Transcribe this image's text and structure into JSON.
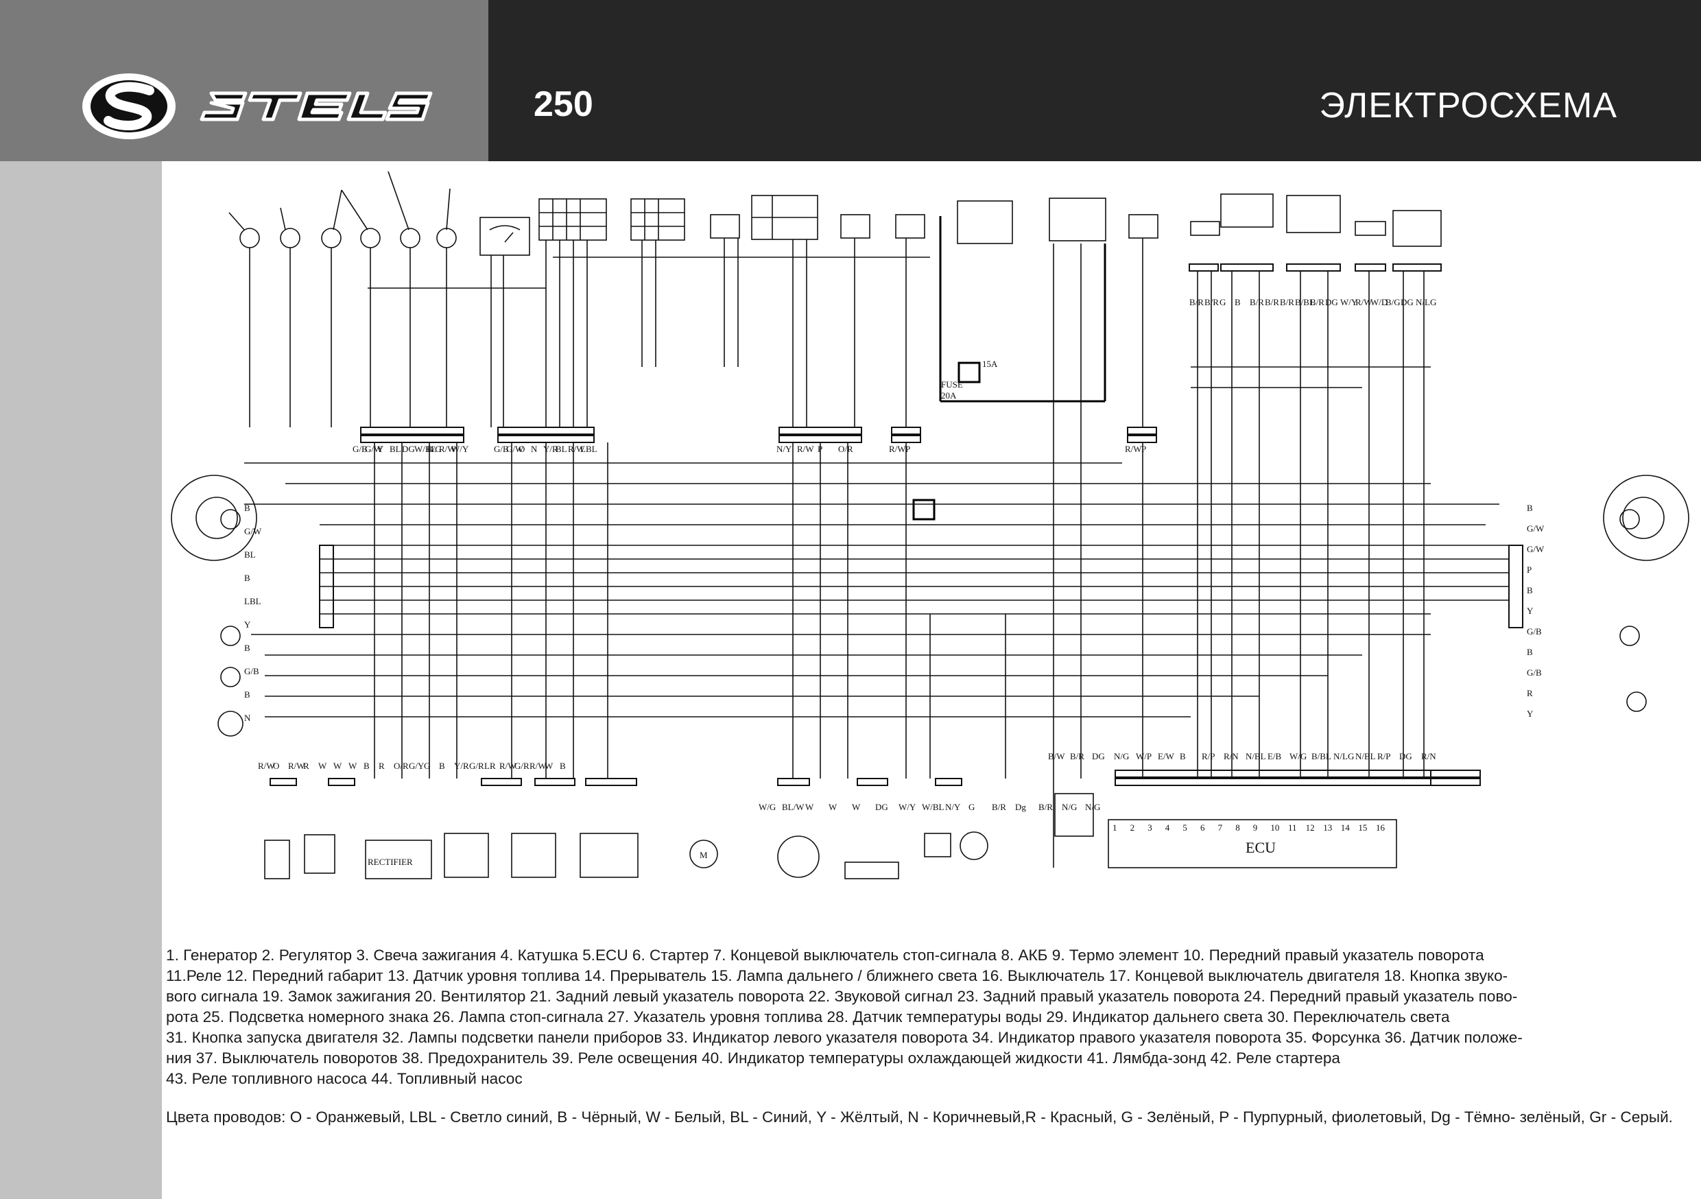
{
  "header": {
    "model": "250",
    "title": "ЭЛЕКТРОСХЕМА",
    "brand_colors": {
      "header_left": "#7a7a7a",
      "header_right": "#262626",
      "sidebar": "#c2c2c2"
    }
  },
  "logo": {
    "icon": "stels-logo"
  },
  "diagram": {
    "ecu_label": "ECU",
    "rectifier_label": "RECTIFIER",
    "fuse_label": "FUSE",
    "fuse_rating": "20A",
    "fuse_small_rating": "15A",
    "motor_label": "M",
    "connector_labels": {
      "left_top": [
        "G/B",
        "G/W",
        "Y",
        "BL",
        "DG",
        "W/BL",
        "B/G",
        "R/W",
        "W/Y"
      ],
      "mid_top": [
        "G/B",
        "G/W",
        "O",
        "N",
        "Y/R",
        "BL",
        "R/W",
        "LBL"
      ],
      "ign_top": [
        "N/Y",
        "R/W",
        "P",
        "O/R"
      ],
      "sw_top": [
        "R/W",
        "P"
      ],
      "right_top": [
        "R/W",
        "P"
      ],
      "front_left_lamps": [
        "B",
        "G/W",
        "BL",
        "B",
        "LBL",
        "Y",
        "B",
        "G/B",
        "B",
        "N"
      ],
      "front_right_lamps": [
        "B",
        "G/W",
        "G/W",
        "P",
        "B",
        "Y",
        "G/B",
        "B",
        "G/B",
        "R",
        "Y"
      ],
      "bottom_left": [
        "R/W",
        "O",
        "R/W",
        "R",
        "W",
        "W",
        "W",
        "B",
        "R",
        "O/R",
        "G/Y",
        "G",
        "B",
        "Y/R",
        "G/R",
        "LR",
        "R/W",
        "G/R",
        "R/W",
        "W",
        "B"
      ],
      "bottom_mid": [
        "W/G",
        "BL/W",
        "W",
        "W",
        "W",
        "DG",
        "W/Y",
        "W/BL",
        "N/Y",
        "G",
        "B/R",
        "Dg",
        "B/R",
        "N/G",
        "N/G"
      ],
      "ecu_top": [
        "B/W",
        "B/R",
        "DG",
        "N/G",
        "W/P",
        "E/W",
        "B",
        "R/P",
        "R/N",
        "N/BL",
        "E/B",
        "W/G",
        "B/BL",
        "N/LG",
        "N/BL",
        "R/P",
        "DG",
        "R/N"
      ],
      "ecu_pins": [
        "1",
        "2",
        "3",
        "4",
        "5",
        "6",
        "7",
        "8",
        "9",
        "10",
        "11",
        "12",
        "13",
        "14",
        "15",
        "16"
      ],
      "top_right": [
        "B/R",
        "B/R",
        "G",
        "B",
        "B/R",
        "B/R",
        "B/R",
        "B/BL",
        "B/R",
        "DG",
        "W/Y",
        "R/W",
        "W/D",
        "B/G",
        "DG",
        "N/LG"
      ]
    }
  },
  "legend": {
    "parts_lines": [
      "1. Генератор 2. Регулятор 3. Свеча зажигания 4. Катушка 5.ECU 6. Стартер 7. Концевой выключатель стоп-сигнала 8. АКБ 9. Термо элемент 10. Передний правый указатель поворота",
      "11.Реле 12. Передний габарит 13. Датчик уровня топлива 14. Прерыватель 15. Лампа дальнего / ближнего света 16. Выключатель 17. Концевой выключатель двигателя 18. Кнопка звуко-",
      "вого сигнала 19. Замок зажигания 20. Вентилятор 21. Задний левый указатель поворота 22. Звуковой сигнал 23. Задний правый указатель поворота 24. Передний правый указатель пово-",
      "рота 25. Подсветка номерного знака 26. Лампа стоп-сигнала 27. Указатель уровня топлива 28. Датчик температуры воды 29. Индикатор дальнего света 30. Переключатель света",
      "31. Кнопка запуска двигателя 32. Лампы подсветки панели приборов 33. Индикатор левого указателя поворота 34. Индикатор правого указателя поворота 35. Форсунка 36. Датчик положе-",
      "ния 37. Выключатель поворотов 38. Предохранитель 39. Реле освещения 40. Индикатор температуры охлаждающей жидкости 41. Лямбда-зонд 42. Реле стартера",
      "43. Реле топливного насоса  44. Топливный насос"
    ],
    "colors_lines": [
      "Цвета проводов: О - Оранжевый, LBL - Светло синий, B - Чёрный, W - Белый, BL - Синий, Y - Жёлтый, N - Коричневый,R - Красный, G - Зелёный, P - Пурпурный, фиолетовый, Dg - Тёмно-",
      "зелёный, Gr - Серый."
    ]
  }
}
